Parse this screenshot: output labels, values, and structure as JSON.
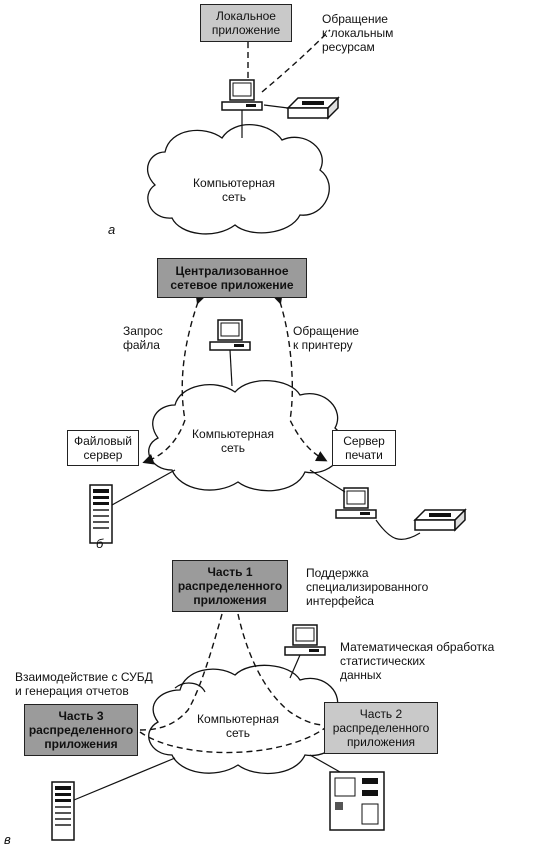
{
  "panel_a": {
    "letter": "а",
    "app_box": "Локальное\nприложение",
    "access_label": "Обращение\nк локальным\nресурсам",
    "cloud_label": "Компьютерная\nсеть"
  },
  "panel_b": {
    "letter": "б",
    "app_box": "Централизованное\nсетевое приложение",
    "request_label": "Запрос\nфайла",
    "printer_label": "Обращение\nк принтеру",
    "file_server": "Файловый\nсервер",
    "print_server": "Сервер\nпечати",
    "cloud_label": "Компьютерная\nсеть"
  },
  "panel_c": {
    "letter": "в",
    "part1": "Часть 1\nраспределенного\nприложения",
    "part2": "Часть 2\nраспределенного\nприложения",
    "part3": "Часть 3\nраспределенного\nприложения",
    "interface_label": "Поддержка\nспециализированного\nинтерфейса",
    "math_label": "Математическая обработка\nстатистических\nданных",
    "dbms_label": "Взаимодействие с СУБД\nи генерация отчетов",
    "cloud_label": "Компьютерная\nсеть"
  }
}
